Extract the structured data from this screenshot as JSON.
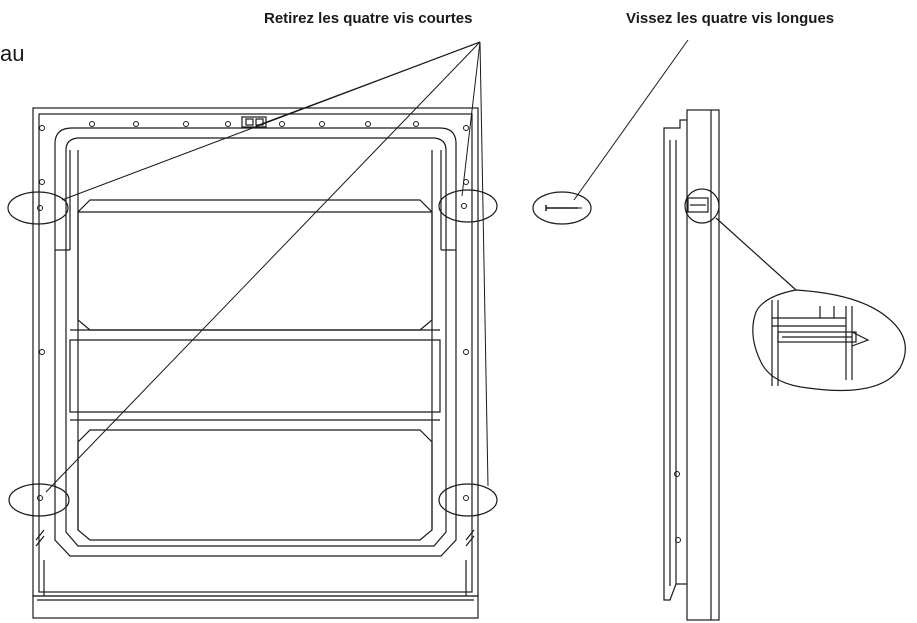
{
  "labels": {
    "remove_short_screws": "Retirez les quatre vis courtes",
    "screw_long_screws": "Vissez les quatre vis longues",
    "cropped_edge_text": "au"
  },
  "colors": {
    "line": "#1a1a1a",
    "background": "#ffffff"
  }
}
